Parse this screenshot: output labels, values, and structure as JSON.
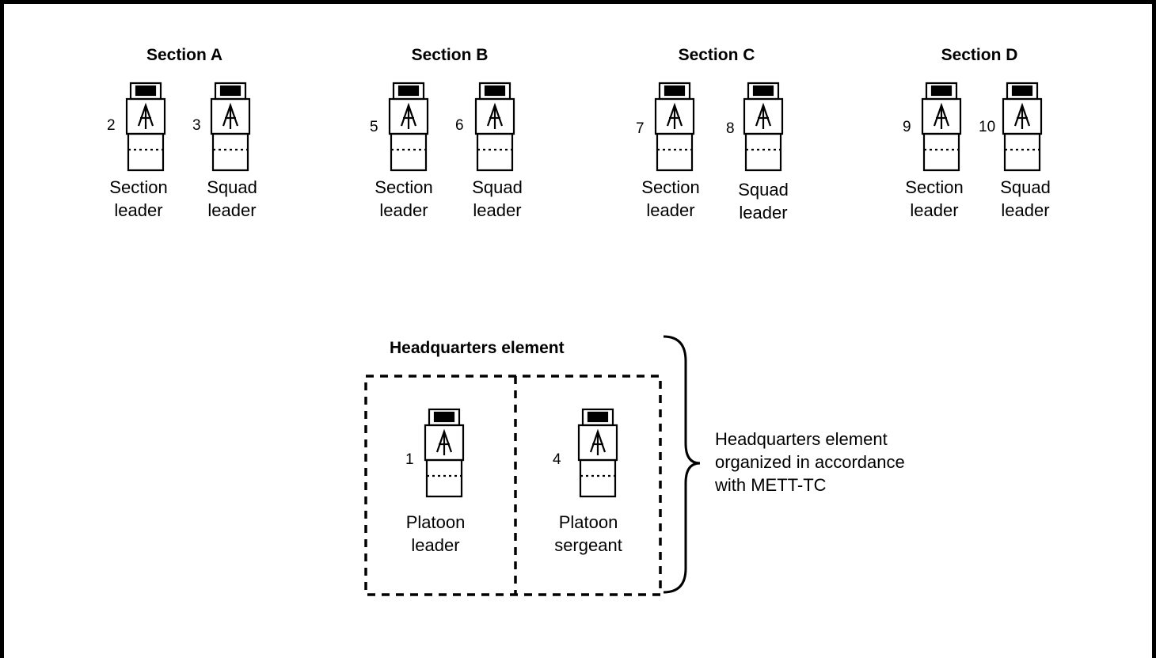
{
  "sections": [
    {
      "title": "Section A",
      "left": {
        "num": "2",
        "role1": "Section",
        "role2": "leader"
      },
      "right": {
        "num": "3",
        "role1": "Squad",
        "role2": "leader"
      }
    },
    {
      "title": "Section B",
      "left": {
        "num": "5",
        "role1": "Section",
        "role2": "leader"
      },
      "right": {
        "num": "6",
        "role1": "Squad",
        "role2": "leader"
      }
    },
    {
      "title": "Section C",
      "left": {
        "num": "7",
        "role1": "Section",
        "role2": "leader"
      },
      "right": {
        "num": "8",
        "role1": "Squad",
        "role2": "leader"
      }
    },
    {
      "title": "Section D",
      "left": {
        "num": "9",
        "role1": "Section",
        "role2": "leader"
      },
      "right": {
        "num": "10",
        "role1": "Squad",
        "role2": "leader"
      }
    }
  ],
  "hq": {
    "title": "Headquarters element",
    "leader": {
      "num": "1",
      "role1": "Platoon",
      "role2": "leader"
    },
    "sergeant": {
      "num": "4",
      "role1": "Platoon",
      "role2": "sergeant"
    },
    "note_line1": "Headquarters element",
    "note_line2": "organized in accordance",
    "note_line3": "with METT-TC"
  }
}
